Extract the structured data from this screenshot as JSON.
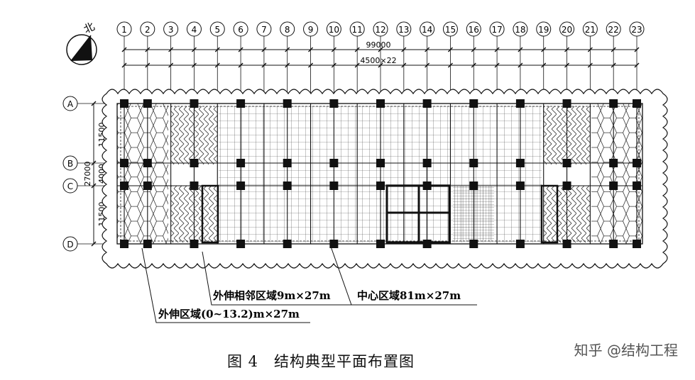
{
  "north_label": "北",
  "axes": {
    "columns": [
      "1",
      "2",
      "3",
      "4",
      "5",
      "6",
      "7",
      "8",
      "9",
      "10",
      "11",
      "12",
      "13",
      "14",
      "15",
      "16",
      "17",
      "18",
      "19",
      "20",
      "21",
      "22",
      "23"
    ],
    "rows": [
      "A",
      "B",
      "C",
      "D"
    ]
  },
  "dimensions": {
    "total_length": "99000",
    "bay_spacing": "4500×22",
    "total_depth": "27000",
    "row_ab": "11500",
    "row_bc": "4000",
    "row_cd": "11500"
  },
  "zones": {
    "extended": "外伸区域(0~13.2)m×27m",
    "adjacent": "外伸相邻区域9m×27m",
    "center": "中心区域81m×27m"
  },
  "caption": "图 4　结构典型平面布置图",
  "watermark": "知乎 @结构工程",
  "colors": {
    "line": "#111111",
    "grid": "#333333",
    "hatch": "#444444",
    "paper": "#ffffff"
  }
}
